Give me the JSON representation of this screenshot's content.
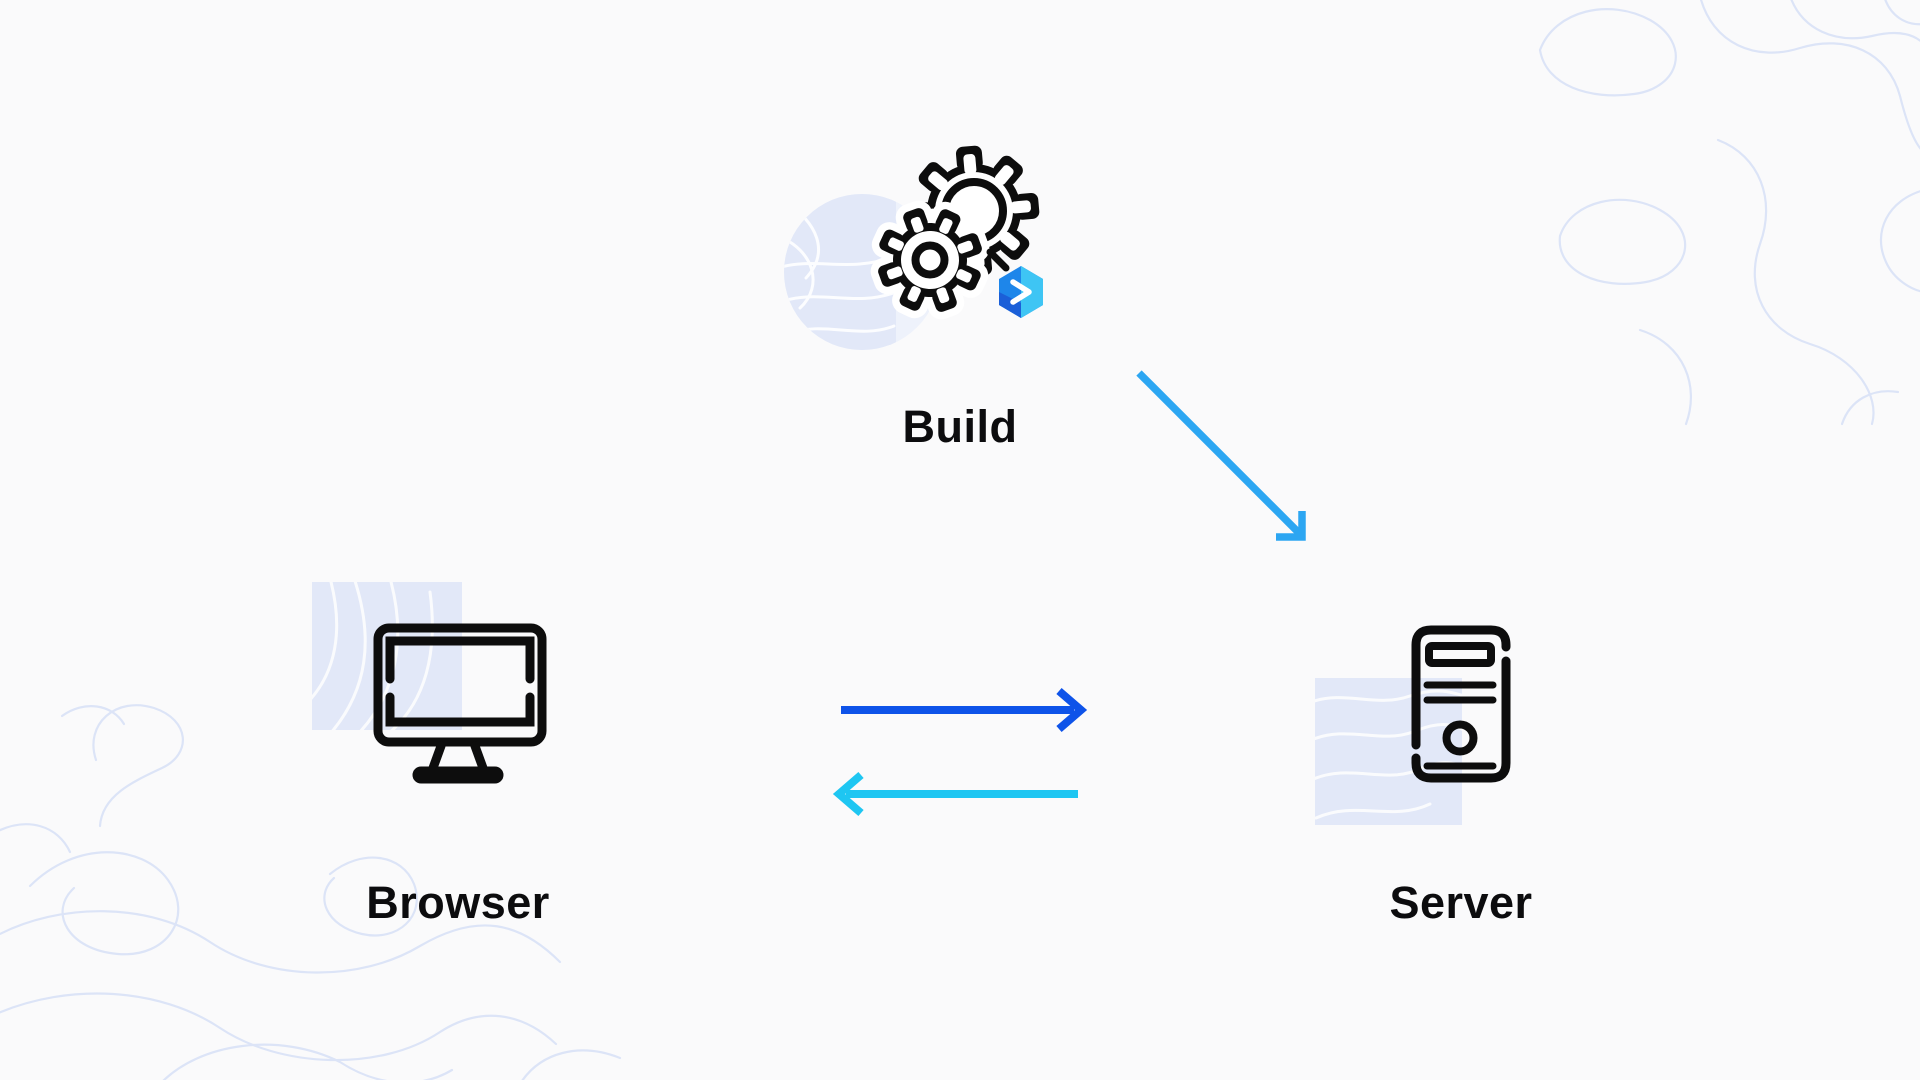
{
  "diagram": {
    "nodes": [
      {
        "id": "build",
        "label": "Build",
        "icon": "gears-build-icon",
        "badge_icon": "blue-cube-chevron-icon"
      },
      {
        "id": "browser",
        "label": "Browser",
        "icon": "monitor-icon"
      },
      {
        "id": "server",
        "label": "Server",
        "icon": "server-tower-icon"
      }
    ],
    "arrows": [
      {
        "from": "build",
        "to": "server",
        "direction": "diagonal-down-right",
        "color_key": "arrow_sky"
      },
      {
        "from": "browser",
        "to": "server",
        "direction": "right",
        "color_key": "arrow_dark_blue"
      },
      {
        "from": "server",
        "to": "browser",
        "direction": "left",
        "color_key": "arrow_cyan"
      }
    ],
    "colors": {
      "background": "#fafafb",
      "icon_ink": "#0d0d0d",
      "arrow_dark_blue": "#0e53e9",
      "arrow_cyan": "#1ec6f2",
      "arrow_sky": "#2ca6f2",
      "pattern_fill": "#e2e8f8",
      "pattern_fill_light": "#eef2fb",
      "pattern_wave": "#ffffff",
      "contour_line": "#dce4f7",
      "cube_face_left": "#1e86ea",
      "cube_face_right": "#3ec5f4",
      "cube_face_shadow": "#1b5fd8",
      "cube_chevron": "#ffffff"
    },
    "icons": [
      "gears-build-icon",
      "blue-cube-chevron-icon",
      "monitor-icon",
      "server-tower-icon",
      "arrow-right-icon",
      "arrow-left-icon",
      "arrow-diagonal-icon",
      "contour-pattern-decoration"
    ]
  }
}
